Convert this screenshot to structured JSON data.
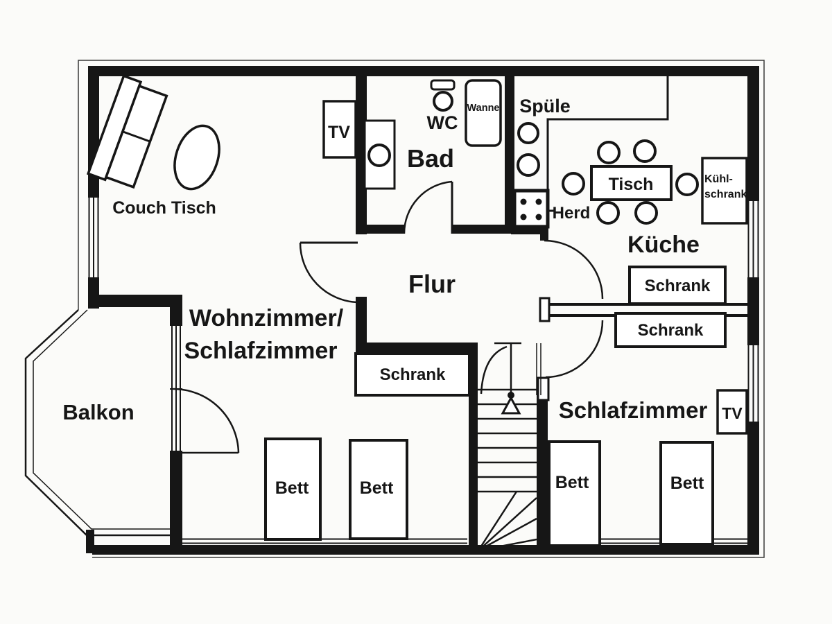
{
  "floorplan": {
    "rooms": {
      "living_line1": "Wohnzimmer/",
      "living_line2": "Schlafzimmer",
      "balcony": "Balkon",
      "hall": "Flur",
      "bath": "Bad",
      "kitchen": "Küche",
      "bedroom": "Schlafzimmer"
    },
    "fixtures": {
      "couch_table": "Couch Tisch",
      "tv_living": "TV",
      "tv_bedroom": "TV",
      "wc": "WC",
      "bathtub": "Wanne",
      "kitchen_sink": "Spüle",
      "stove": "Herd",
      "dining_table": "Tisch",
      "fridge_line1": "Kühl-",
      "fridge_line2": "schrank",
      "wardrobe_hall": "Schrank",
      "wardrobe_kitchen": "Schrank",
      "wardrobe_bedroom": "Schrank",
      "beds": [
        "Bett",
        "Bett",
        "Bett",
        "Bett"
      ]
    },
    "colors": {
      "ink": "#161616",
      "paper": "#fbfbf9"
    }
  }
}
